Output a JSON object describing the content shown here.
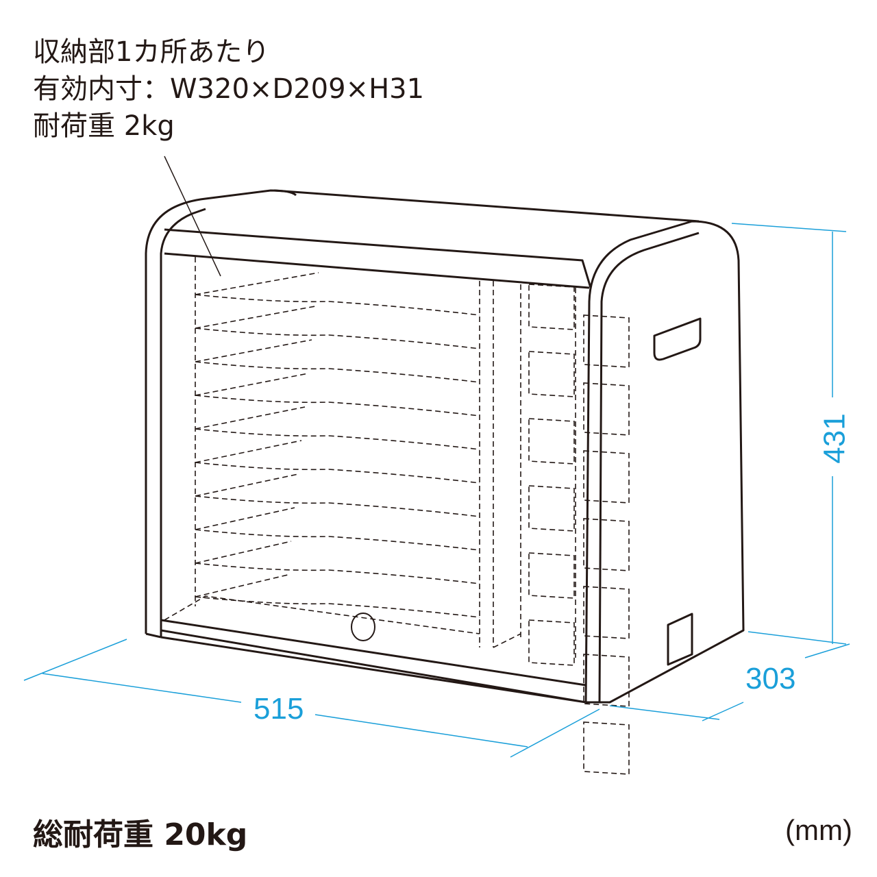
{
  "spec_note": {
    "line1": "収納部1カ所あたり",
    "line2": "有効内寸：W320×D209×H31",
    "line3": "耐荷重 2kg"
  },
  "dimensions": {
    "width": "515",
    "depth": "303",
    "height": "431"
  },
  "total_load": "総耐荷重 20kg",
  "unit": "(mm)",
  "colors": {
    "dimension": "#1a9fd9",
    "line": "#231815"
  }
}
